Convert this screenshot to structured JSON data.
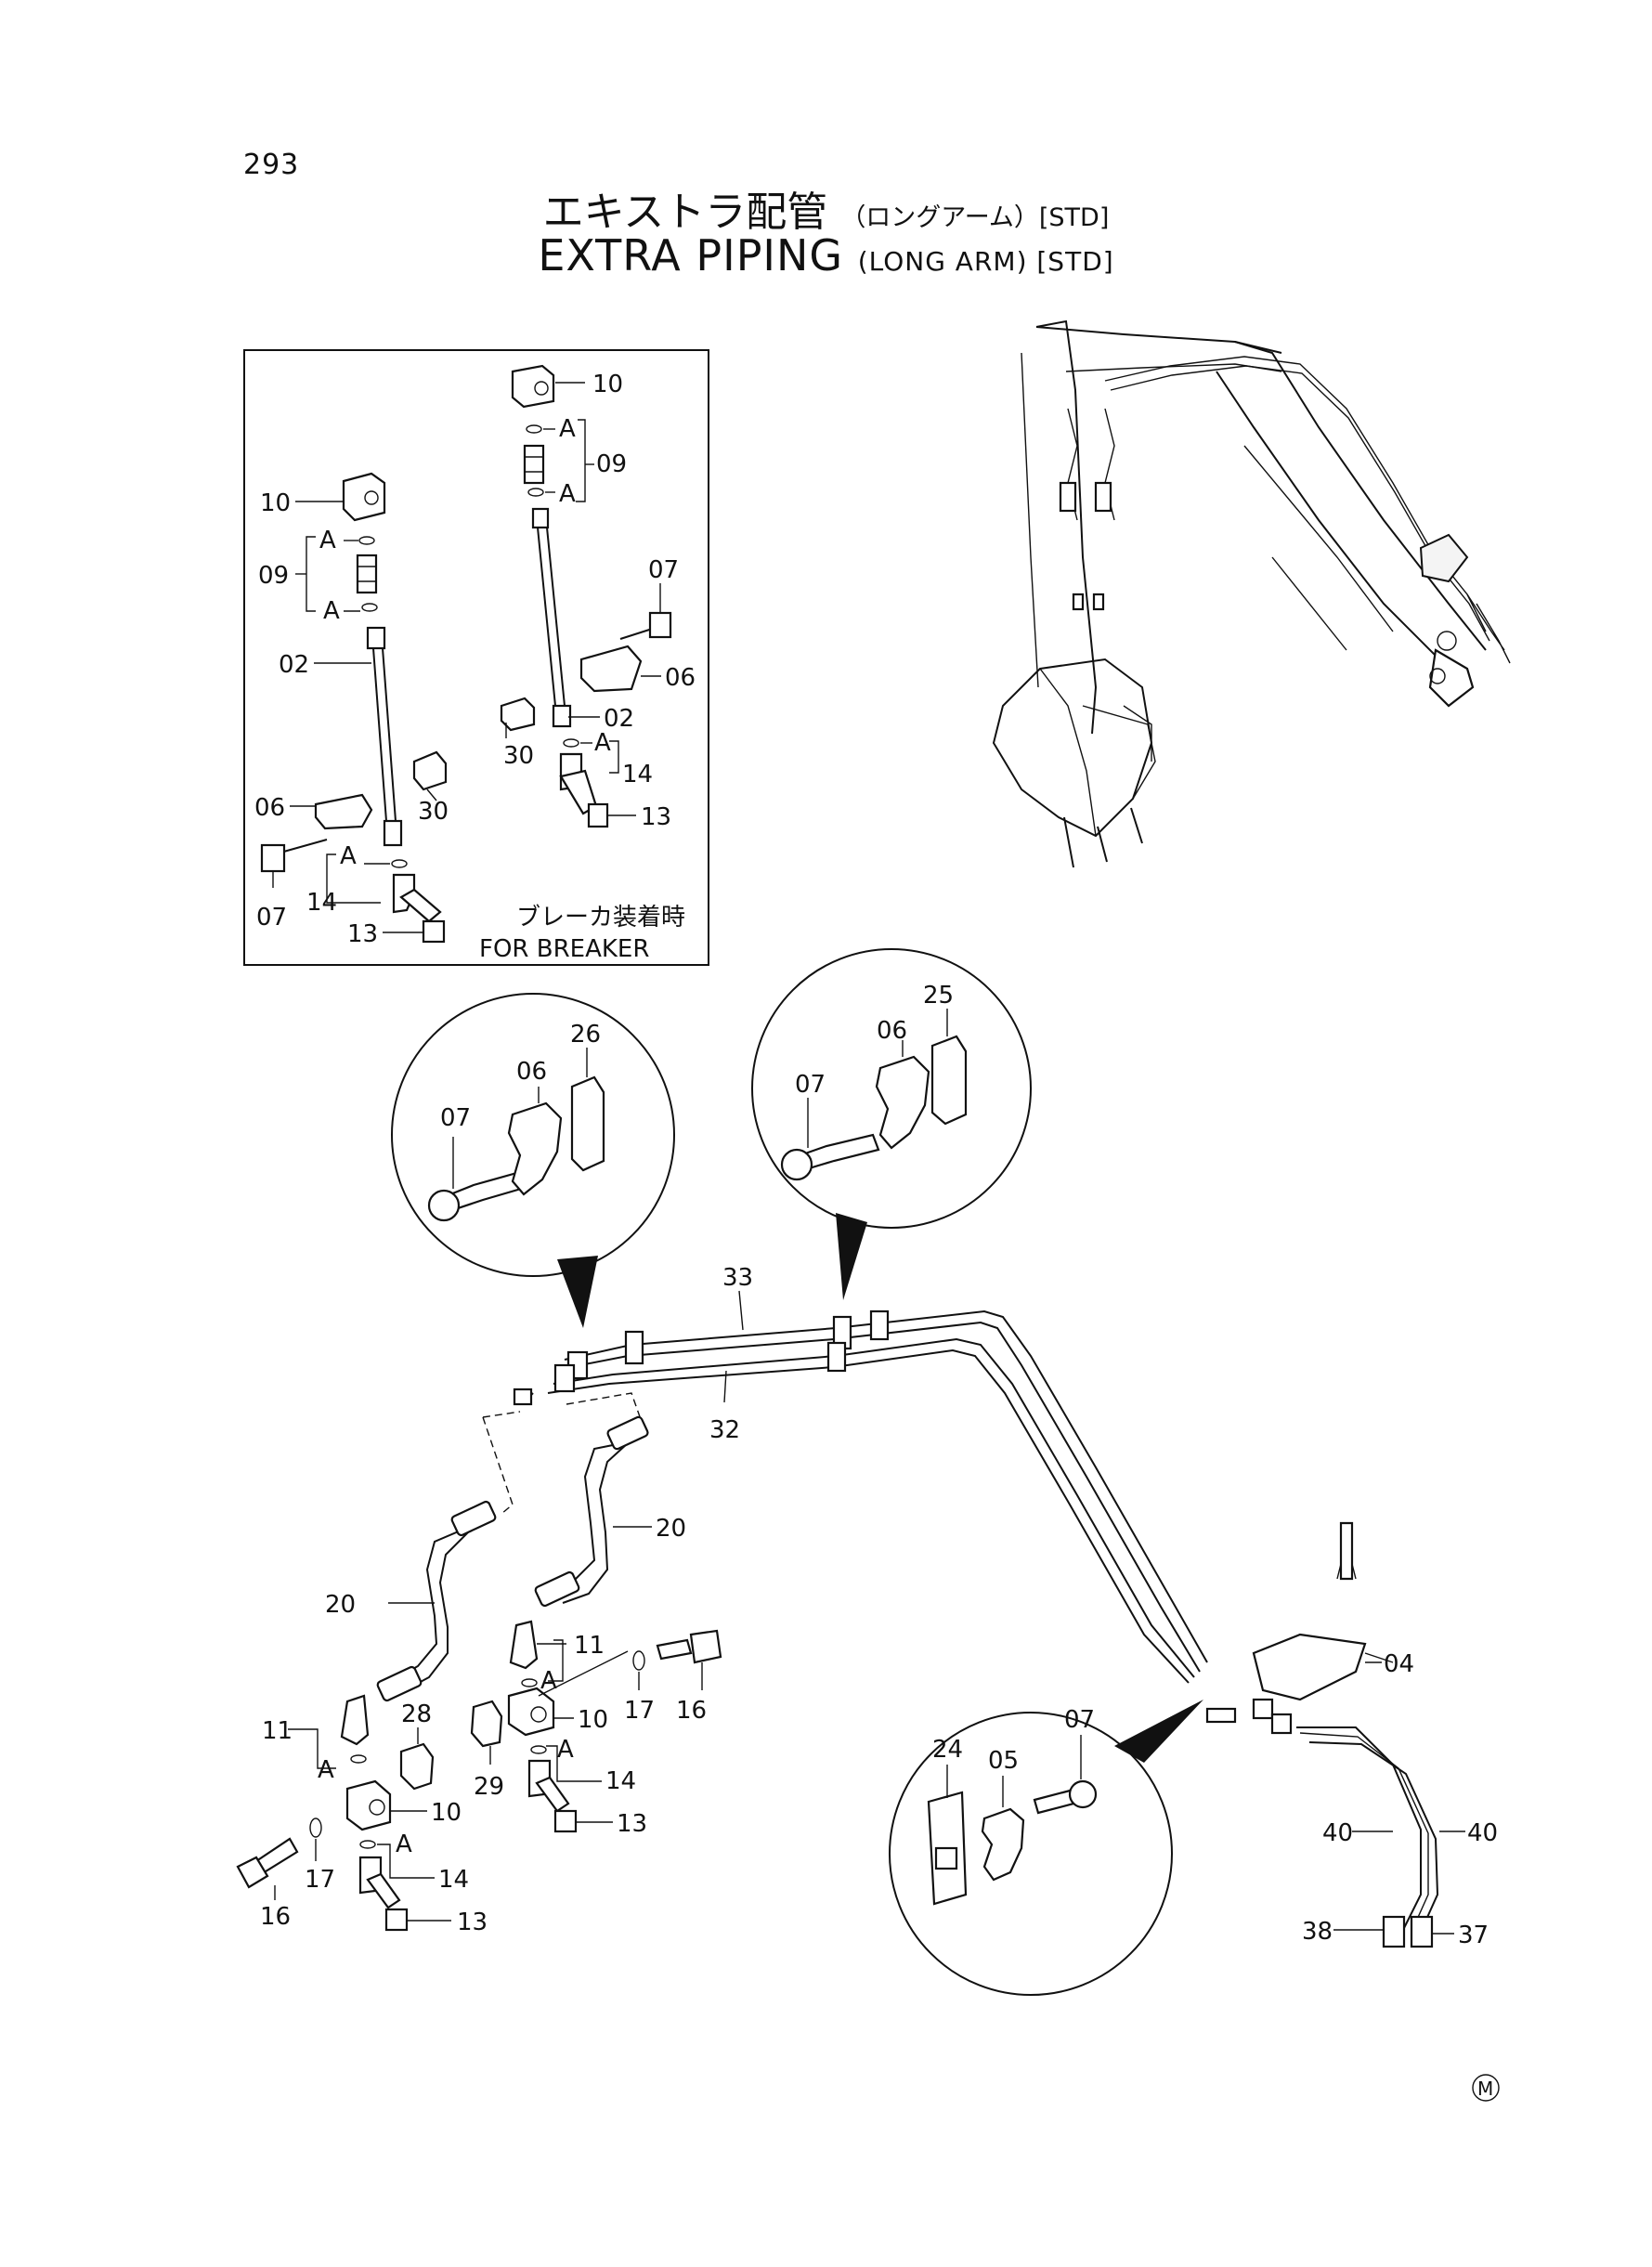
{
  "page_number": "293",
  "title_jp": {
    "main": "エキストラ配管",
    "sub": "（ロングアーム）[STD]"
  },
  "title_en": {
    "main": "EXTRA PIPING",
    "sub": "(LONG ARM) [STD]"
  },
  "inset": {
    "caption_jp": "ブレーカ装着時",
    "caption_en": "FOR BREAKER"
  },
  "callouts": {
    "inset_10_right": "10",
    "inset_09_right": "09",
    "inset_a1": "A",
    "inset_a2": "A",
    "inset_10_left": "10",
    "inset_a3": "A",
    "inset_09_left": "09",
    "inset_a4": "A",
    "inset_07_right": "07",
    "inset_02_left": "02",
    "inset_06_right": "06",
    "inset_02_right": "02",
    "inset_30_right": "30",
    "inset_a5": "A",
    "inset_14_right": "14",
    "inset_30_left": "30",
    "inset_13_right": "13",
    "inset_06_left": "06",
    "inset_a6": "A",
    "inset_14_left": "14",
    "inset_07_left": "07",
    "inset_13_left": "13",
    "c1_07": "07",
    "c1_06": "06",
    "c1_26": "26",
    "c2_07": "07",
    "c2_06": "06",
    "c2_25": "25",
    "pipe_33": "33",
    "pipe_32": "32",
    "hose_20_upper": "20",
    "hose_20_lower": "20",
    "f_11_mid": "11",
    "f_a_mid": "A",
    "f_16_mid": "16",
    "f_17_mid": "17",
    "f_10_mid": "10",
    "f_29": "29",
    "f_a_mid2": "A",
    "f_14_mid": "14",
    "f_13_mid": "13",
    "f_11_left": "11",
    "f_28": "28",
    "f_a_left": "A",
    "f_10_left": "10",
    "f_a_left2": "A",
    "f_14_left": "14",
    "f_16_left": "16",
    "f_17_left": "17",
    "f_13_left": "13",
    "p_04": "04",
    "c3_07": "07",
    "c3_05": "05",
    "c3_24": "24",
    "h_40_left": "40",
    "h_40_right": "40",
    "h_38": "38",
    "h_37": "37"
  },
  "footer_mark": "M"
}
